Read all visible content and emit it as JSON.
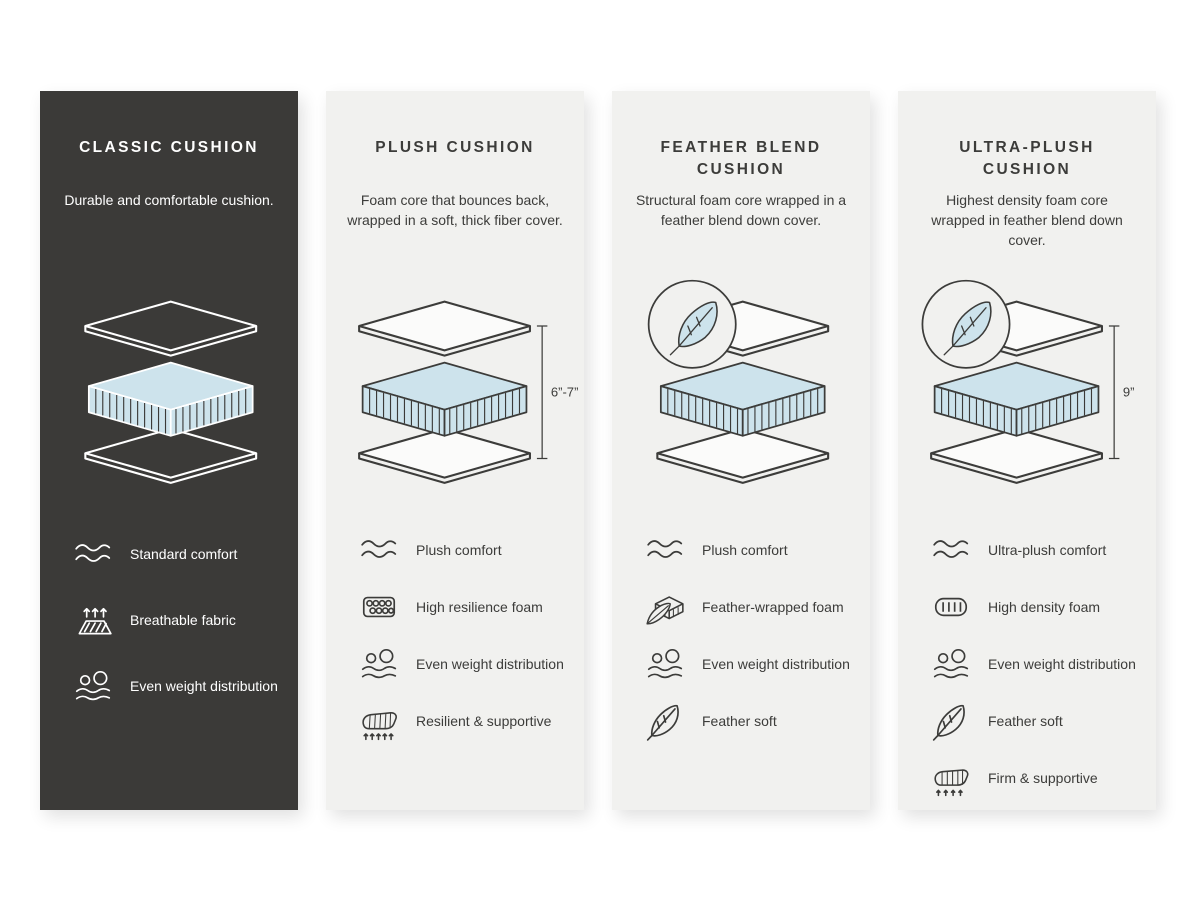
{
  "page": {
    "background": "#ffffff"
  },
  "colors": {
    "dark_card": "#3b3a38",
    "light_card": "#f1f1ef",
    "foam_blue": "#cde3ec",
    "text": "#3c3c3a"
  },
  "cards": [
    {
      "id": "classic-cushion",
      "theme": "dark",
      "title": "CLASSIC CUSHION",
      "description": "Durable and comfortable cushion.",
      "dimension_label": "",
      "badge": false,
      "features": [
        {
          "icon": "wave-icon",
          "label": "Standard comfort"
        },
        {
          "icon": "breathable-fabric-icon",
          "label": "Breathable fabric"
        },
        {
          "icon": "even-weight-icon",
          "label": "Even weight distribution"
        }
      ]
    },
    {
      "id": "plush-cushion",
      "theme": "light",
      "title": "PLUSH CUSHION",
      "description": "Foam core that bounces back, wrapped in a soft, thick fiber cover.",
      "dimension_label": "6”-7”",
      "badge": false,
      "features": [
        {
          "icon": "wave-icon",
          "label": "Plush comfort"
        },
        {
          "icon": "high-resilience-foam-icon",
          "label": "High resilience foam"
        },
        {
          "icon": "even-weight-icon",
          "label": "Even weight distribution"
        },
        {
          "icon": "resilient-supportive-icon",
          "label": "Resilient & supportive"
        }
      ]
    },
    {
      "id": "feather-blend-cushion",
      "theme": "light",
      "title": "FEATHER BLEND CUSHION",
      "description": "Structural foam core wrapped in a feather blend down cover.",
      "dimension_label": "",
      "badge": true,
      "features": [
        {
          "icon": "wave-icon",
          "label": "Plush comfort"
        },
        {
          "icon": "feather-wrapped-foam-icon",
          "label": "Feather-wrapped foam"
        },
        {
          "icon": "even-weight-icon",
          "label": "Even weight distribution"
        },
        {
          "icon": "feather-icon",
          "label": "Feather soft"
        }
      ]
    },
    {
      "id": "ultra-plush-cushion",
      "theme": "light",
      "title": "ULTRA-PLUSH CUSHION",
      "description": "Highest density foam core wrapped in feather blend down cover.",
      "dimension_label": "9”",
      "badge": true,
      "features": [
        {
          "icon": "wave-icon",
          "label": "Ultra-plush comfort"
        },
        {
          "icon": "high-density-foam-icon",
          "label": "High density foam"
        },
        {
          "icon": "even-weight-icon",
          "label": "Even weight distribution"
        },
        {
          "icon": "feather-icon",
          "label": "Feather soft"
        },
        {
          "icon": "firm-supportive-icon",
          "label": "Firm & supportive"
        }
      ]
    }
  ]
}
